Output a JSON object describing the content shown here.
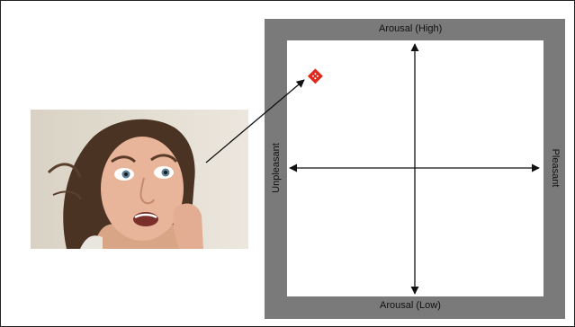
{
  "axes": {
    "top": "Arousal (High)",
    "bottom": "Arousal (Low)",
    "left": "Unpleasant",
    "right": "Pleasant"
  },
  "marker": {
    "color": "#e0281c",
    "pleasantness": -0.79,
    "arousal": 0.73
  },
  "photo": {
    "icon": "fearful-face-photo"
  }
}
